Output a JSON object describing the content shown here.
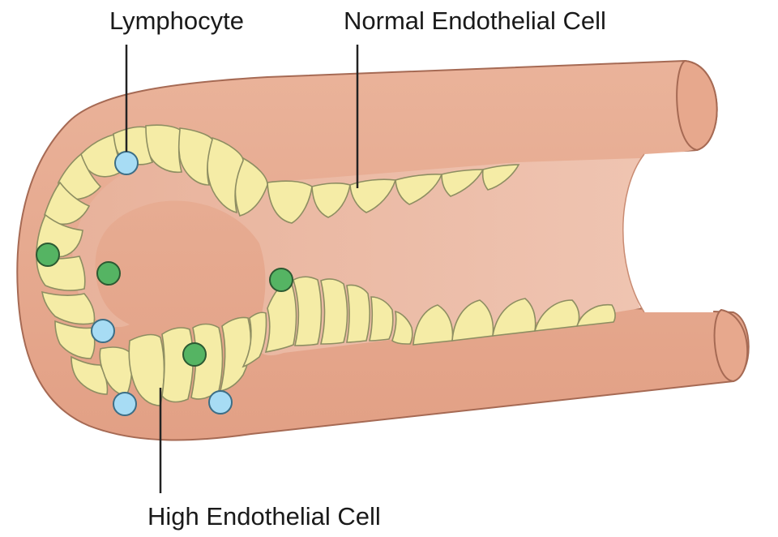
{
  "labels": {
    "lymphocyte": "Lymphocyte",
    "normal_endothelial_cell": "Normal Endothelial Cell",
    "high_endothelial_cell": "High Endothelial Cell"
  },
  "colors": {
    "vessel_wall": "#e8aa8f",
    "vessel_wall_outline": "#a66a54",
    "lumen": "#ebb9a3",
    "endothelial_cell": "#f5eca6",
    "cell_outline": "#8e8e62",
    "lymphocyte_blue": "#a7dcf4",
    "lymphocyte_green": "#55b463",
    "leader_line": "#222222"
  },
  "icons": {
    "blue_lymphocyte": "lymphocyte-blue-icon",
    "green_lymphocyte": "lymphocyte-green-icon"
  }
}
